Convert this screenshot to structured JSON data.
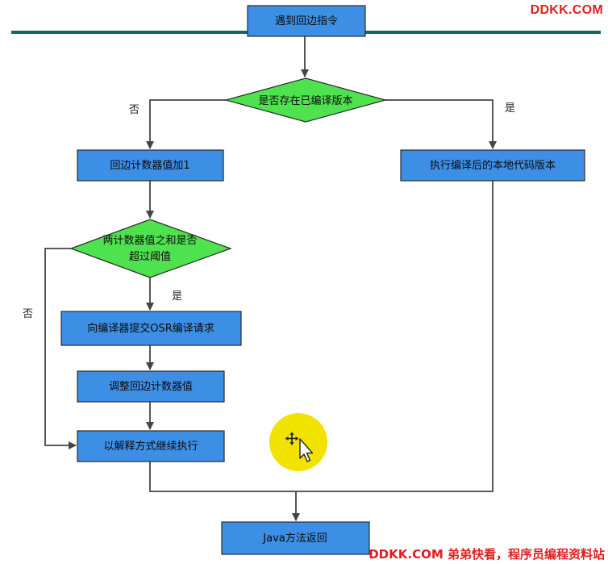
{
  "nodes": {
    "start": "遇到回边指令",
    "compiled_check": "是否存在已编译版本",
    "increment": "回边计数器值加1",
    "threshold_check_line1": "两计数器值之和是否",
    "threshold_check_line2": "超过阈值",
    "submit_osr": "向编译器提交OSR编译请求",
    "adjust": "调整回边计数器值",
    "interpret": "以解释方式继续执行",
    "native": "执行编译后的本地代码版本",
    "return": "Java方法返回"
  },
  "edge_labels": {
    "compiled_no": "否",
    "compiled_yes": "是",
    "threshold_yes": "是",
    "threshold_no": "否"
  },
  "watermark": {
    "top": "DDKK.COM",
    "bottom": "DDKK.COM 弟弟快看，程序员编程资料站"
  },
  "colors": {
    "process_box": "#3d8fe6",
    "decision": "#4fe24f",
    "separator": "#0f6b62",
    "watermark": "#e0201e",
    "cursor_highlight": "#f2e200"
  }
}
